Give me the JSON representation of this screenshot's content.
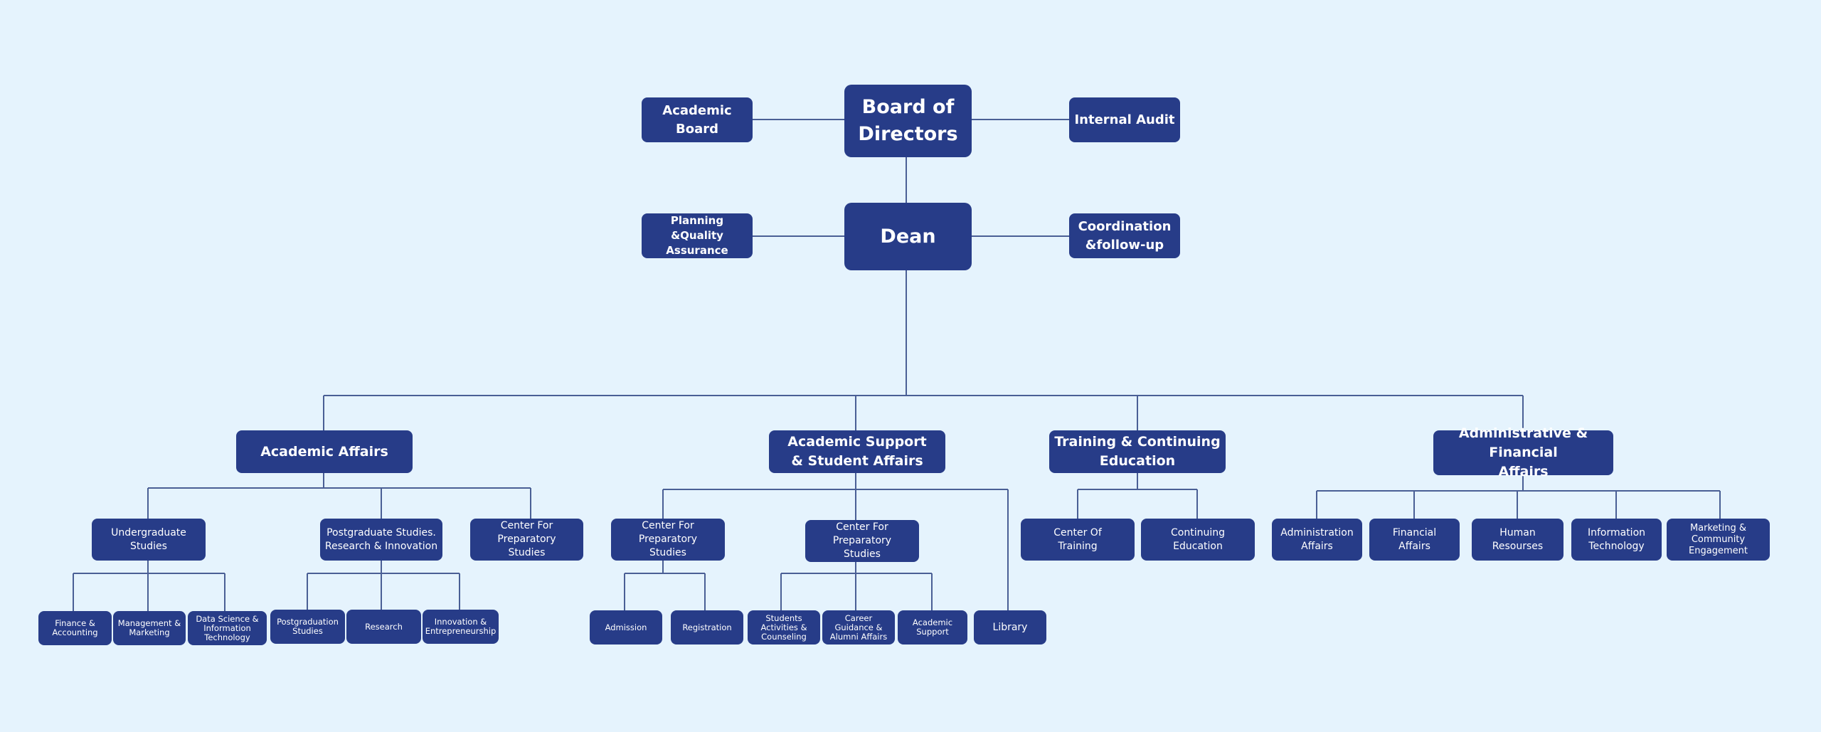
{
  "line_color": "#4a5f95",
  "node_color": "#273c88",
  "background": "#e5f3fd",
  "org": {
    "board": "Board of\nDirectors",
    "academic_board": "Academic\nBoard",
    "internal_audit": "Internal Audit",
    "dean": "Dean",
    "planning": "Planning &Quality\nAssurance",
    "coordination": "Coordination\n&follow-up",
    "academic_affairs": "Academic Affairs",
    "academic_support": "Academic Support\n& Student Affairs",
    "training": "Training & Continuing\nEducation",
    "admin_financial": "Administrative & Financial\nAffairs",
    "undergrad": "Undergraduate\nStudies",
    "postgrad_research": "Postgraduate Studies.\nResearch & Innovation",
    "prep_a": "Center For Preparatory\nStudies",
    "finance_accounting": "Finance &\nAccounting",
    "management_marketing": "Management &\nMarketing",
    "data_science": "Data Science &\nInformation\nTechnology",
    "postgrad_studies": "Postgraduation\nStudies",
    "research": "Research",
    "innovation": "Innovation &\nEntrepreneurship",
    "prep_b": "Center For Preparatory\nStudies",
    "prep_c": "Center For Preparatory\nStudies",
    "library": "Library",
    "admission": "Admission",
    "registration": "Registration",
    "student_activities": "Students\nActivities &\nCounseling",
    "career_guidance": "Career\nGuidance &\nAlumni Affairs",
    "academic_support_unit": "Academic\nSupport",
    "center_training": "Center Of\nTraining",
    "continuing_education": "Continuing\nEducation",
    "administration_affairs": "Administration\nAffairs",
    "financial_affairs": "Financial\nAffairs",
    "human_resources": "Human\nResourses",
    "information_technology": "Information\nTechnology",
    "marketing_community": "Marketing &\nCommunity\nEngagement"
  }
}
